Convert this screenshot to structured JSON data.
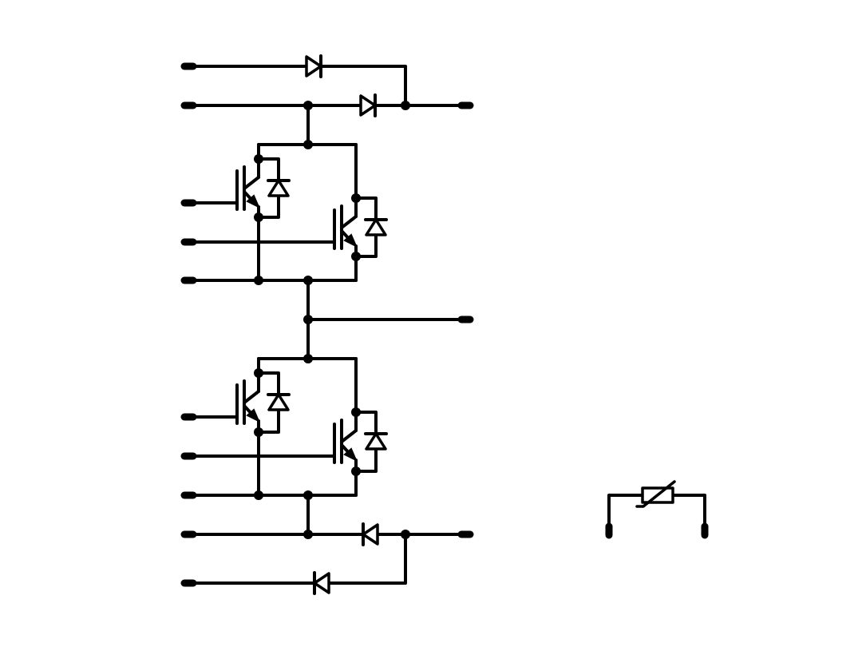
{
  "diagram": {
    "kind": "power-module-schematic",
    "colors": {
      "wire": "#000000",
      "background": "#ffffff"
    },
    "components": {
      "igbt_count": 4,
      "freewheel_diode_count": 4,
      "rail_diode_count": 4,
      "thermistor_count": 1,
      "terminal_count": 15
    },
    "icons": [
      "igbt-icon",
      "diode-icon",
      "ntc-thermistor-icon",
      "terminal-pin-icon",
      "junction-dot-icon"
    ]
  }
}
